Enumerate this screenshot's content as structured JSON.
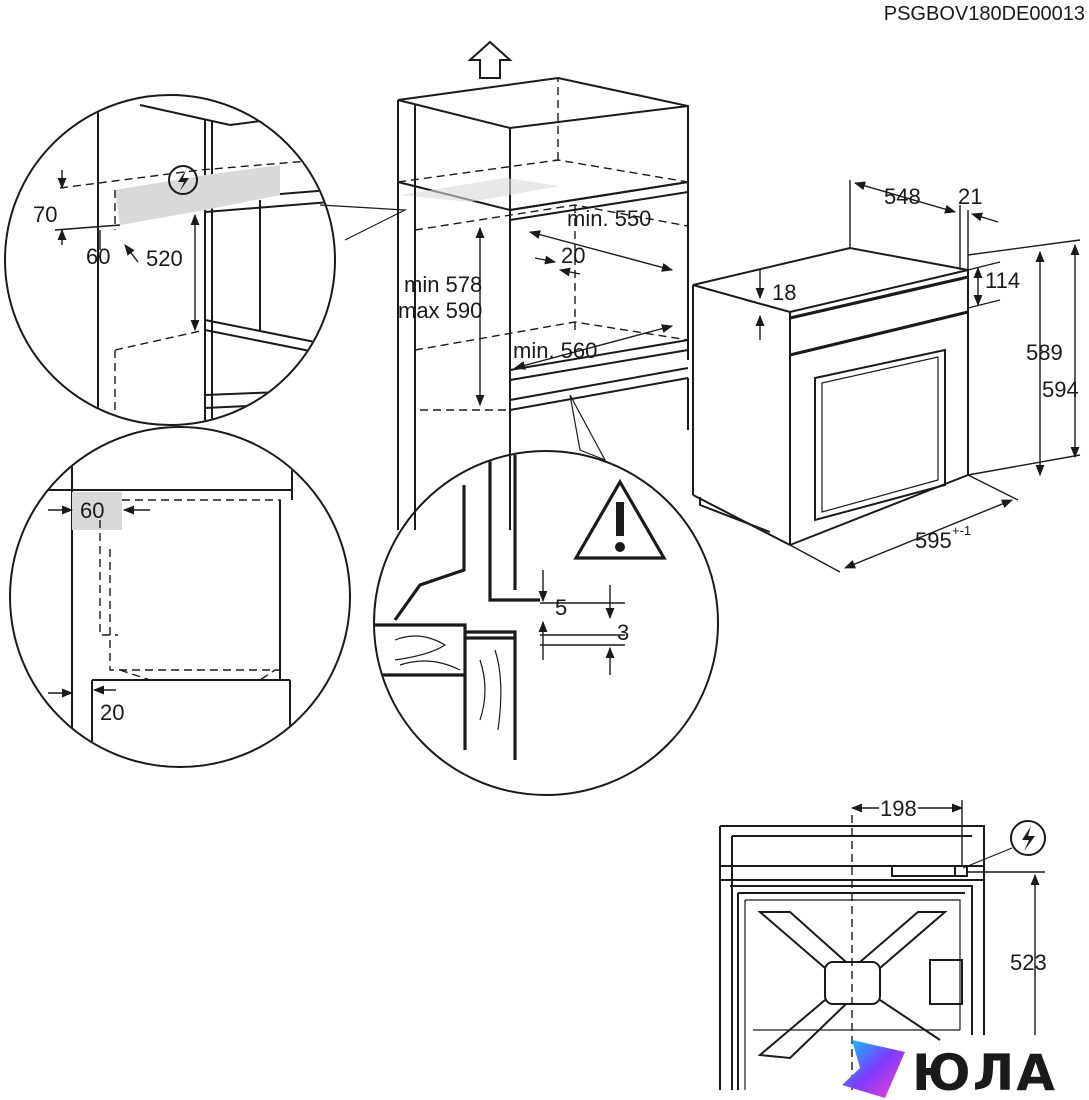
{
  "document_code": "PSGBOV180DE00013",
  "brand": {
    "name": "ЮЛА",
    "logo_colors": [
      "#ff3ec8",
      "#7b3cff",
      "#00d4ff"
    ]
  },
  "icons": {
    "power": "electric-power-icon",
    "warning": "warning-triangle-icon",
    "up_arrow": "up-arrow-icon"
  },
  "cabinet": {
    "top_clearance": "min. 550",
    "height_min": "min 578",
    "height_max": "max 590",
    "side_gap": "20",
    "depth": "min. 560"
  },
  "detail_top_left": {
    "gap_top": "70",
    "gap_side": "60",
    "height": "520"
  },
  "detail_mid_left": {
    "top": "60",
    "bottom": "20"
  },
  "detail_joint": {
    "gap_a": "5",
    "gap_b": "3"
  },
  "oven": {
    "depth": "548",
    "door_depth": "21",
    "top_offset": "18",
    "panel_height": "114",
    "height_inner": "589",
    "height_total": "594",
    "width": "595",
    "width_tolerance": "+-1"
  },
  "rear_view": {
    "width": "198",
    "height": "523"
  }
}
